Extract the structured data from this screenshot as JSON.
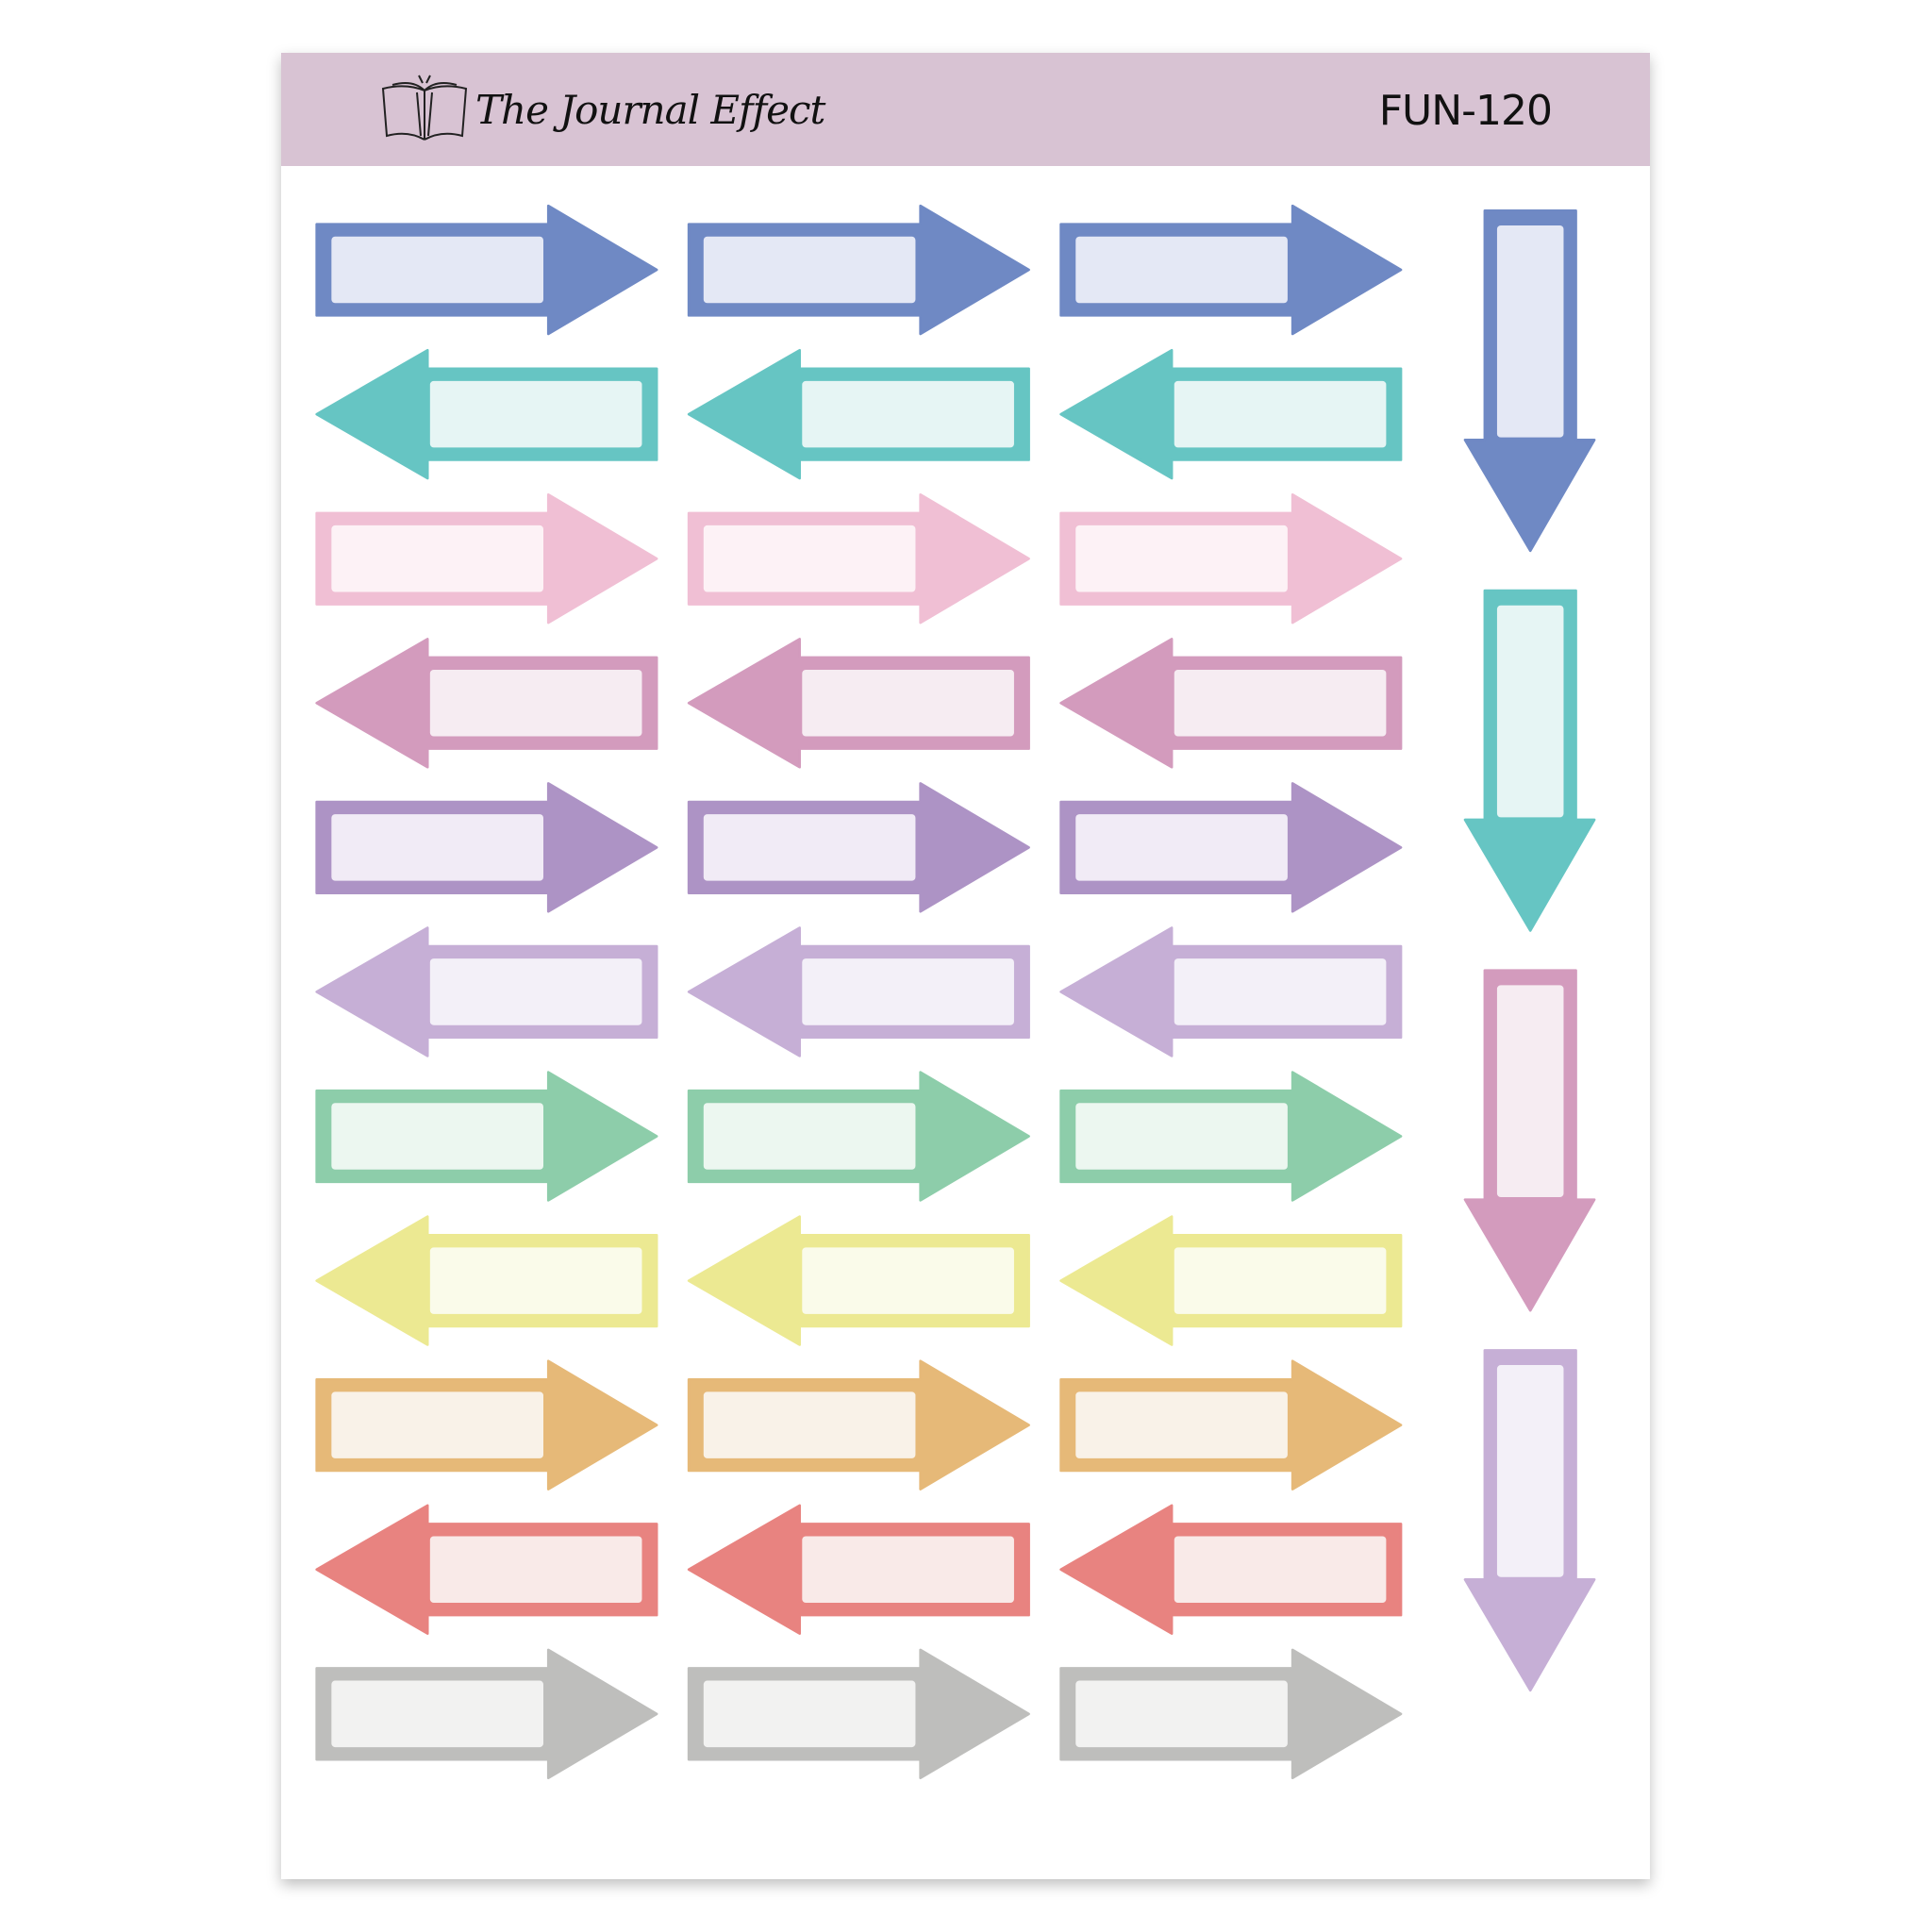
{
  "header": {
    "brand": "The Journal Effect",
    "code": "FUN-120"
  },
  "stickers": {
    "rows": [
      {
        "name": "blue",
        "direction": "right",
        "border": "#6f89c4",
        "fill": "#e4e8f5"
      },
      {
        "name": "teal",
        "direction": "left",
        "border": "#66c5c3",
        "fill": "#e6f5f4"
      },
      {
        "name": "pink",
        "direction": "right",
        "border": "#f0bfd4",
        "fill": "#fdf2f6"
      },
      {
        "name": "mauve",
        "direction": "left",
        "border": "#d39bbd",
        "fill": "#f6ecf2"
      },
      {
        "name": "purple",
        "direction": "right",
        "border": "#ad93c5",
        "fill": "#f1ebf6"
      },
      {
        "name": "lavender",
        "direction": "left",
        "border": "#c6afd6",
        "fill": "#f3f0f8"
      },
      {
        "name": "green",
        "direction": "right",
        "border": "#8dcdaa",
        "fill": "#ecf7f0"
      },
      {
        "name": "yellow",
        "direction": "left",
        "border": "#ece992",
        "fill": "#fafbea"
      },
      {
        "name": "orange",
        "direction": "right",
        "border": "#e6b978",
        "fill": "#f9f2e8"
      },
      {
        "name": "red",
        "direction": "left",
        "border": "#e88380",
        "fill": "#f9eae8"
      },
      {
        "name": "gray",
        "direction": "right",
        "border": "#bebebc",
        "fill": "#f2f2f1"
      }
    ],
    "columns": 3,
    "down_arrows": [
      {
        "name": "blue",
        "border": "#6f89c4",
        "fill": "#e4e8f5"
      },
      {
        "name": "teal",
        "border": "#66c5c3",
        "fill": "#e6f5f4"
      },
      {
        "name": "mauve",
        "border": "#d39bbd",
        "fill": "#f6ecf2"
      },
      {
        "name": "lavender",
        "border": "#c6afd6",
        "fill": "#f3f0f8"
      }
    ]
  }
}
